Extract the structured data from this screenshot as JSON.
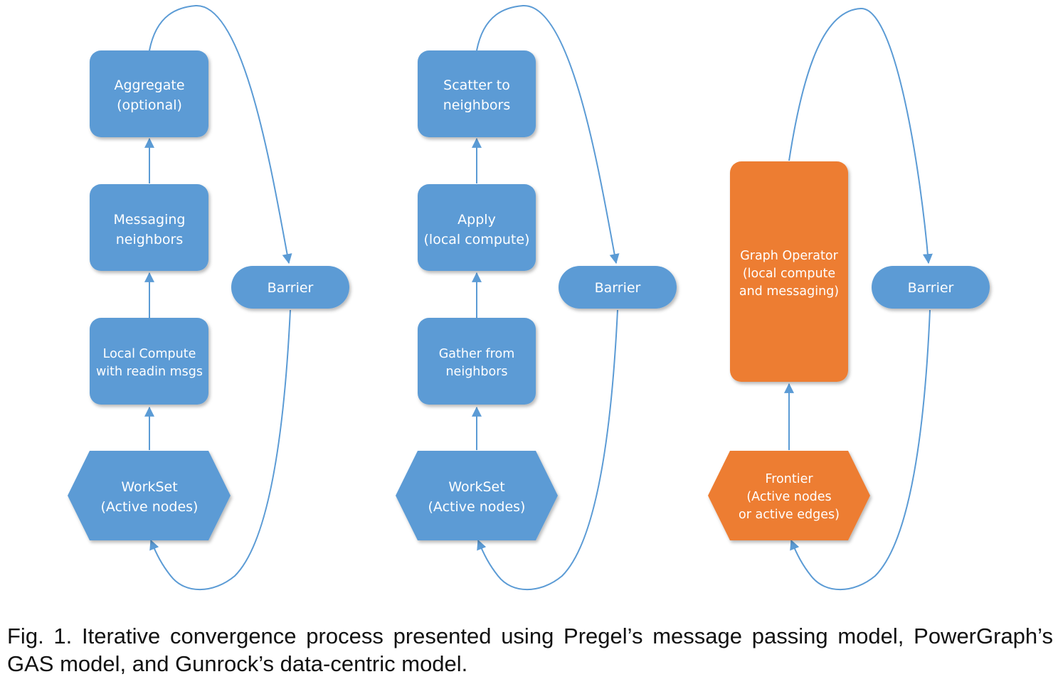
{
  "diagrams": [
    {
      "name": "pregel",
      "workset": [
        "WorkSet",
        "(Active nodes)"
      ],
      "steps": [
        [
          "Local Compute",
          "with readin msgs"
        ],
        [
          "Messaging",
          "neighbors"
        ],
        [
          "Aggregate",
          "(optional)"
        ]
      ],
      "barrier": "Barrier"
    },
    {
      "name": "gas",
      "workset": [
        "WorkSet",
        "(Active nodes)"
      ],
      "steps": [
        [
          "Gather from",
          "neighbors"
        ],
        [
          "Apply",
          "(local compute)"
        ],
        [
          "Scatter to",
          "neighbors"
        ]
      ],
      "barrier": "Barrier"
    },
    {
      "name": "gunrock",
      "workset": [
        "Frontier",
        "(Active nodes",
        "or active edges)"
      ],
      "operator": [
        "Graph Operator",
        "(local compute",
        "and messaging)"
      ],
      "barrier": "Barrier"
    }
  ],
  "colors": {
    "blue_fill": "#5b9bd5",
    "orange_fill": "#ed7d31",
    "arrow": "#5b9bd5",
    "text": "#ffffff"
  },
  "caption": "Fig. 1. Iterative convergence process presented using Pregel’s message passing model, PowerGraph’s GAS model, and Gunrock’s data-centric model."
}
